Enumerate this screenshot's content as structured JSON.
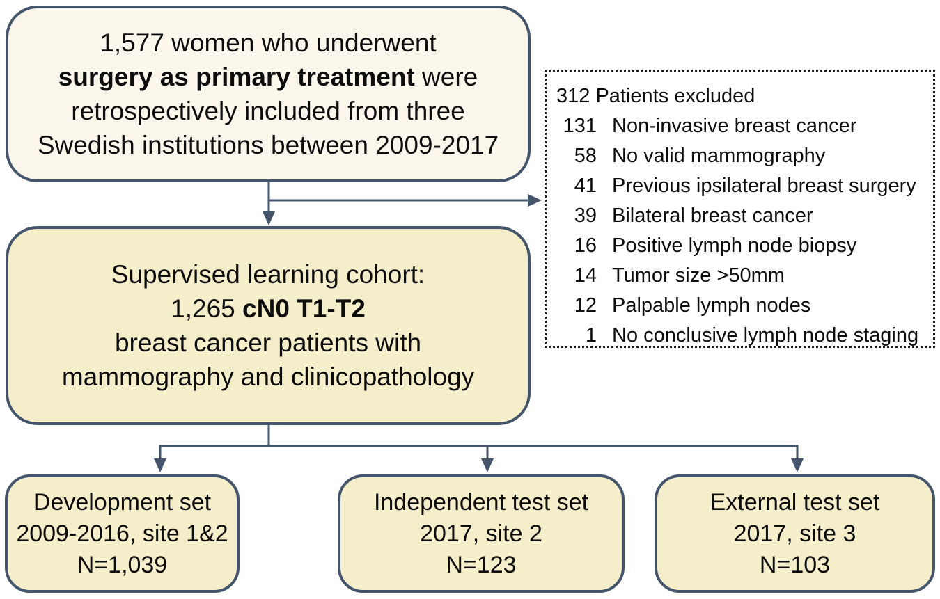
{
  "palette": {
    "box_border": "#44546a",
    "arrow": "#44546a",
    "top_box_fill": "#faf6ec",
    "tan_box_fill": "#f5eecb",
    "exclusion_border": "#1a1a1a",
    "text": "#0d0d0d"
  },
  "top_box": {
    "line1": "1,577 women who underwent",
    "line2_bold": "surgery as primary treatment",
    "line2_rest": " were",
    "line3": "retrospectively included from three",
    "line4": "Swedish institutions between 2009-2017"
  },
  "exclusion_box": {
    "header": "312 Patients excluded",
    "items": [
      {
        "count": "131",
        "label": "Non-invasive breast cancer"
      },
      {
        "count": "58",
        "label": "No valid mammography"
      },
      {
        "count": "41",
        "label": "Previous ipsilateral breast surgery"
      },
      {
        "count": "39",
        "label": "Bilateral breast cancer"
      },
      {
        "count": "16",
        "label": "Positive lymph node biopsy"
      },
      {
        "count": "14",
        "label": "Tumor size >50mm"
      },
      {
        "count": "12",
        "label": "Palpable lymph nodes"
      },
      {
        "count": "1",
        "label": "No conclusive lymph node staging"
      }
    ]
  },
  "cohort_box": {
    "line1": "Supervised learning cohort:",
    "line2_pre": "1,265 ",
    "line2_bold": "cN0 T1-T2",
    "line3": "breast cancer patients with",
    "line4": "mammography and clinicopathology"
  },
  "bottom_boxes": [
    {
      "line1": "Development set",
      "line2": "2009-2016, site 1&2",
      "line3": "N=1,039"
    },
    {
      "line1": "Independent test set",
      "line2": "2017, site 2",
      "line3": "N=123"
    },
    {
      "line1": "External test set",
      "line2": "2017, site 3",
      "line3": "N=103"
    }
  ]
}
